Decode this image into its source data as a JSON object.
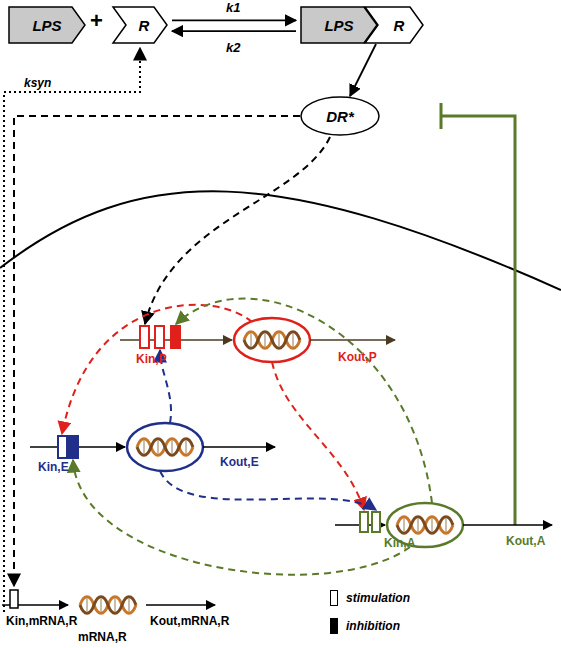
{
  "diagram": {
    "nodes": [
      {
        "text": [
          "LPS"
        ]
      },
      {
        "text": [
          "R"
        ]
      },
      {
        "text": [
          "LPS"
        ]
      },
      {
        "text": [
          "R"
        ]
      },
      {
        "text": [
          "DR*"
        ]
      }
    ],
    "edges": [
      {
        "from": 1,
        "to": 2,
        "arrow": "both"
      },
      {
        "from": 3,
        "to": 4,
        "arrow": "to"
      }
    ],
    "labels": [
      "+",
      "k1",
      "k2",
      "ksyn",
      "Kin,P",
      "Kout,P",
      "Kin,E",
      "Kout,E",
      "Kin,A",
      "Kout,A",
      "Kin,mRNA,R",
      "Kout,mRNA,R",
      "mRNA,R"
    ],
    "legend": [
      {
        "text": "stimulation"
      },
      {
        "text": "inhibition"
      }
    ]
  }
}
